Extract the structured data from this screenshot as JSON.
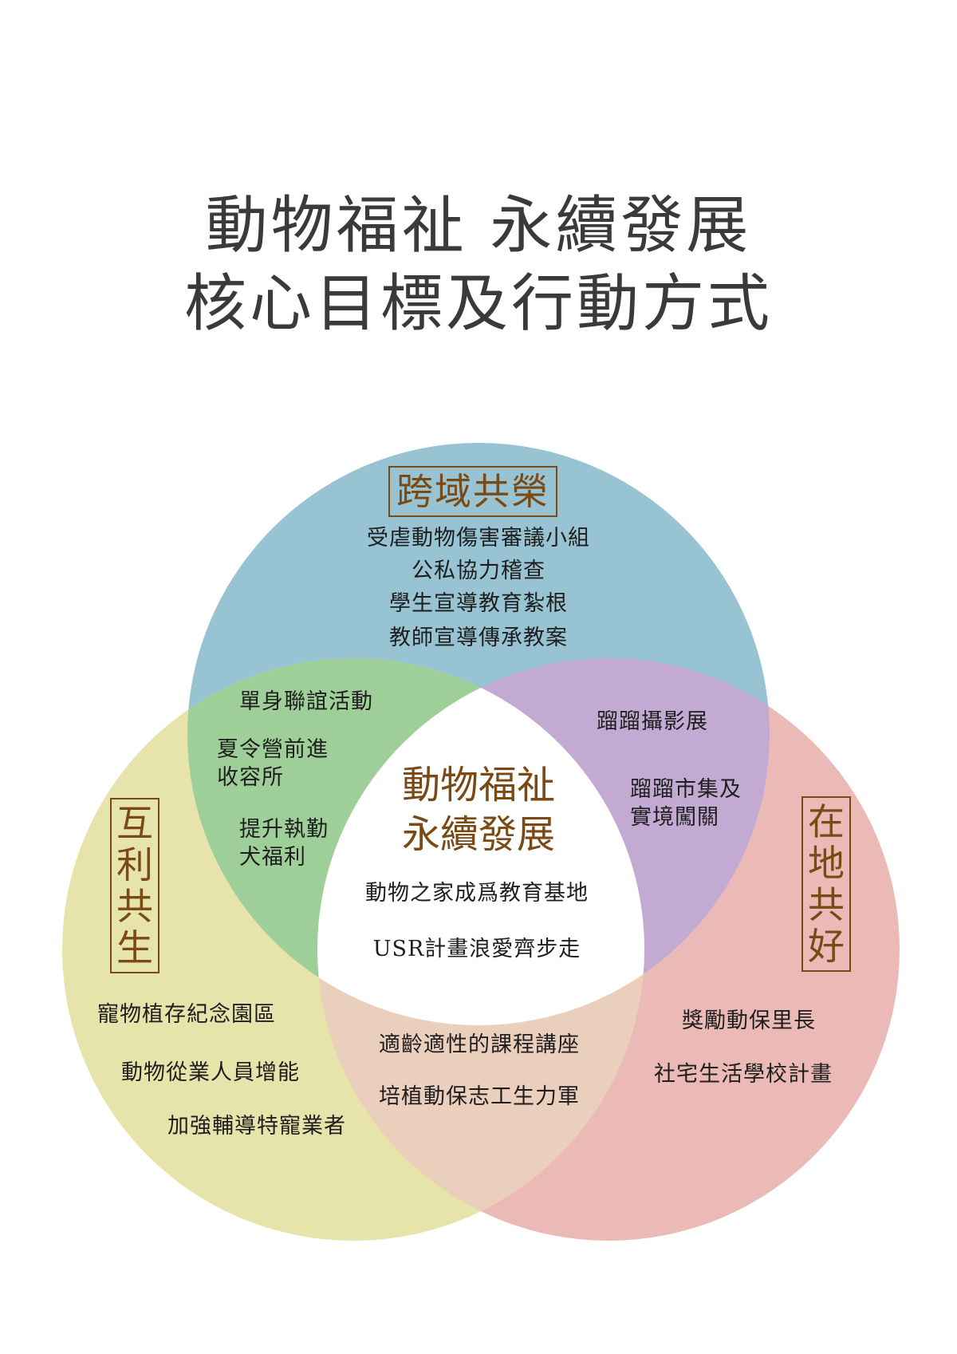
{
  "title": {
    "line1": "動物福祉  永續發展",
    "line2": "核心目標及行動方式"
  },
  "colors": {
    "top": "#97c3d2",
    "left": "#e6e4ab",
    "right": "#ebbab6",
    "top_left": "#9fcf98",
    "top_right": "#c2aad2",
    "left_right": "#ebcfbd",
    "center": "#ffffff",
    "accent": "#7a4a16"
  },
  "top": {
    "label": "跨域共榮",
    "items": [
      "受虐動物傷害審議小組",
      "公私協力稽查",
      "學生宣導教育紮根",
      "教師宣導傳承教案"
    ]
  },
  "left": {
    "label": "互利共生",
    "items": [
      "寵物植存紀念園區",
      "動物從業人員增能",
      "加強輔導特寵業者"
    ]
  },
  "right": {
    "label": "在地共好",
    "items": [
      "獎勵動保里長",
      "社宅生活學校計畫"
    ]
  },
  "top_left": {
    "items": [
      "單身聯誼活動",
      "夏令營前進",
      "收容所",
      "提升執勤",
      "犬福利"
    ]
  },
  "top_right": {
    "items": [
      "蹓蹓攝影展",
      "蹓蹓市集及",
      "實境闖關"
    ]
  },
  "left_right": {
    "items": [
      "適齡適性的課程講座",
      "培植動保志工生力軍"
    ]
  },
  "center": {
    "title1": "動物福祉",
    "title2": "永續發展",
    "items": [
      "動物之家成爲教育基地",
      "USR計畫浪愛齊步走"
    ]
  }
}
